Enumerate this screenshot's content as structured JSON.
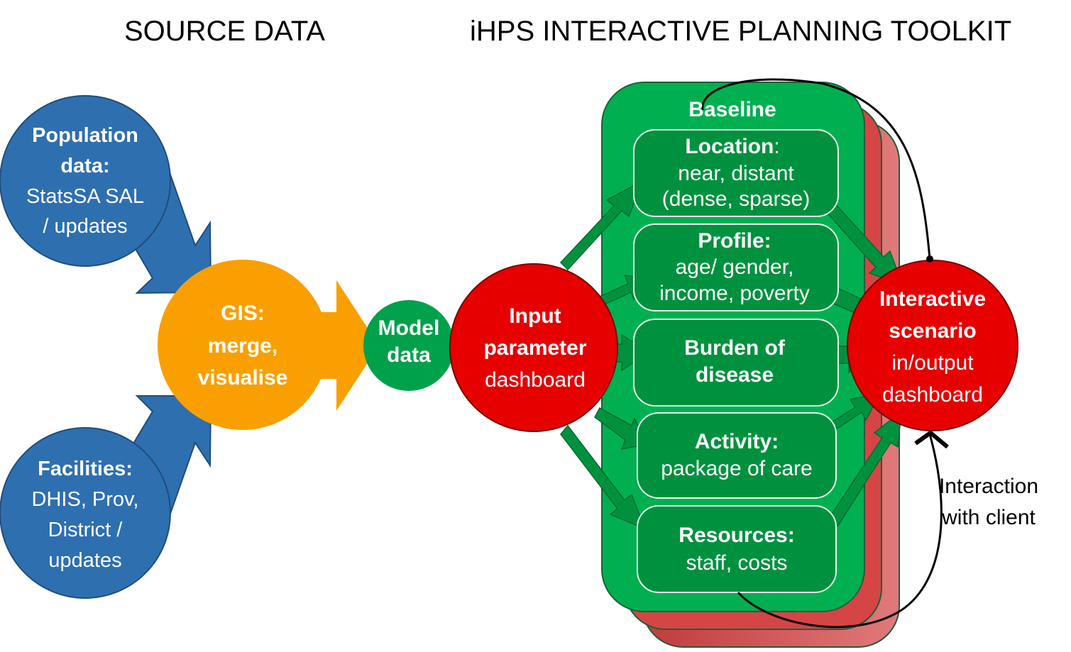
{
  "headings": {
    "source": "SOURCE DATA",
    "toolkit": "iHPS INTERACTIVE PLANNING TOOLKIT"
  },
  "population": {
    "title1": "Population",
    "title2": "data:",
    "line1": "StatsSA SAL",
    "line2": "/ updates"
  },
  "facilities": {
    "title": "Facilities:",
    "line1": "DHIS, Prov,",
    "line2": "District /",
    "line3": "updates"
  },
  "gis": {
    "line1": "GIS:",
    "line2": "merge,",
    "line3": "visualise"
  },
  "model": {
    "line1": "Model",
    "line2": "data"
  },
  "input": {
    "line1": "Input",
    "line2": "parameter",
    "line3": "dashboard"
  },
  "baseline": {
    "title": "Baseline"
  },
  "location": {
    "title": "Location",
    "colon": ":",
    "line1": "near, distant",
    "line2": "(dense, sparse)"
  },
  "profile": {
    "title": "Profile:",
    "line1": "age/ gender,",
    "line2": "income, poverty"
  },
  "burden": {
    "line1": "Burden of",
    "line2": "disease"
  },
  "activity": {
    "title": "Activity:",
    "line1": "package of care"
  },
  "resources": {
    "title": "Resources:",
    "line1": "staff, costs"
  },
  "interactive": {
    "line1": "Interactive",
    "line2": "scenario",
    "line3": "in/output",
    "line4": "dashboard"
  },
  "client": {
    "line1": "Interaction",
    "line2": "with client"
  },
  "colors": {
    "blue": "#2e6fb0",
    "orange": "#f9a000",
    "green": "#00b050",
    "dark_green": "#00913f",
    "red": "#e60000",
    "panel_red": "#d64545"
  }
}
